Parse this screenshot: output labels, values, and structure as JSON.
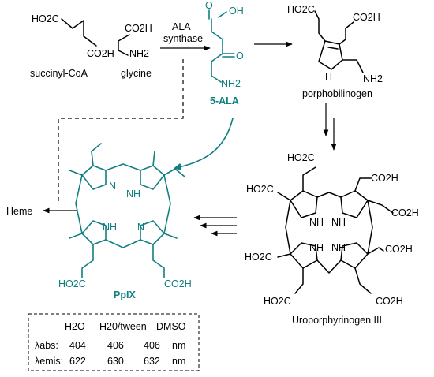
{
  "start": {
    "succinyl": "succinyl-CoA",
    "glycine": "glycine",
    "enzyme_l1": "ALA",
    "enzyme_l2": "synthase"
  },
  "compounds": {
    "ala": "5-ALA",
    "pbg": "porphobilinogen",
    "uro": "Uroporphyrinogen III",
    "ppix": "PpIX",
    "heme": "Heme"
  },
  "groups": {
    "co2h": "CO2H",
    "ho2c": "HO2C",
    "nh2": "NH2",
    "oh": "OH",
    "o": "O",
    "nh": "NH",
    "n": "N",
    "h": "H"
  },
  "table": {
    "headers": [
      "H2O",
      "H20/tween",
      "DMSO"
    ],
    "rows": [
      {
        "label": "λabs:",
        "values": [
          "404",
          "406",
          "406"
        ],
        "unit": "nm"
      },
      {
        "label": "λemis:",
        "values": [
          "622",
          "630",
          "632"
        ],
        "unit": "nm"
      }
    ]
  },
  "colors": {
    "highlight": "#127f80",
    "ink": "#000000"
  }
}
